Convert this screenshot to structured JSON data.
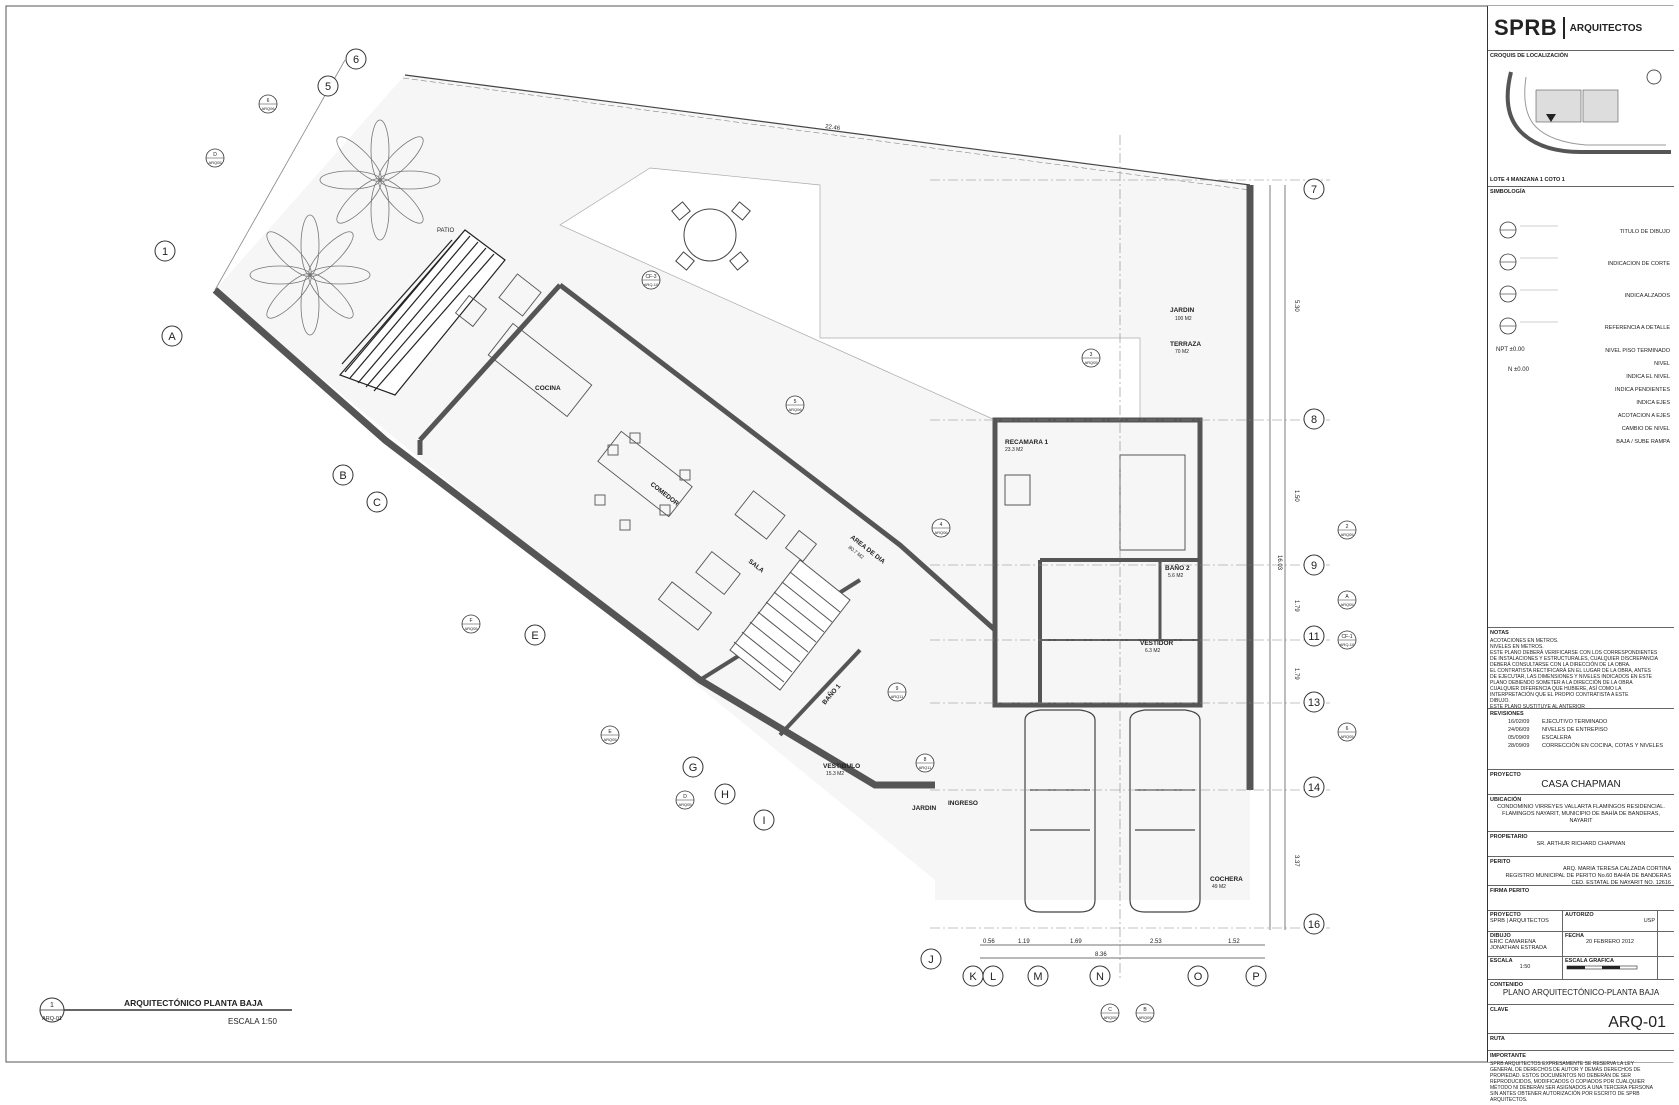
{
  "drawing": {
    "title": "ARQUITECTÓNICO PLANTA BAJA",
    "scale": "ESCALA 1:50",
    "ref_number": "1",
    "ref_sheet": "ARQ-01"
  },
  "axes": {
    "diag": [
      "A",
      "B",
      "C",
      "E",
      "G",
      "H",
      "I",
      "J"
    ],
    "top": [
      "6",
      "5",
      "1"
    ],
    "right": [
      "7",
      "8",
      "9",
      "11",
      "13",
      "14",
      "16"
    ],
    "bottom": [
      "K",
      "L",
      "M",
      "N",
      "O",
      "P"
    ]
  },
  "rooms": {
    "cocina": "COCINA",
    "comedor": "COMEDOR",
    "sala": "SALA",
    "area_dia": "AREA DE DIA",
    "area_dia_m2": "80.7 M2",
    "patio": "PATIO",
    "jardin_top": "JARDIN",
    "jardin_top_m2": "100 M2",
    "terraza": "TERRAZA",
    "terraza_m2": "70 M2",
    "recamara": "RECAMARA 1",
    "recamara_m2": "23.3 M2",
    "bano2": "BAÑO 2",
    "bano2_m2": "5.6 M2",
    "vestidor": "VESTIDOR",
    "vestidor_m2": "6.3 M2",
    "bano1": "BAÑO 1",
    "vestibulo": "VESTIBULO",
    "vestibulo_m2": "15.3 M2",
    "jardin_bottom": "JARDIN",
    "ingreso": "INGRESO",
    "cochera": "COCHERA",
    "cochera_m2": "49 M2"
  },
  "dimensions": {
    "top_edge": "22.46",
    "bottom": [
      "0.56",
      "1.19",
      "1.69",
      "2.53",
      "1.52"
    ],
    "bottom_total": "8.36",
    "right": [
      "5.30",
      "1.50",
      "1.79",
      "1.79",
      "3.37"
    ],
    "right_total": "16.03"
  },
  "section_tags": [
    {
      "num": "6",
      "sheet": "ARQ06"
    },
    {
      "num": "D",
      "sheet": "ARQ05"
    },
    {
      "num": "CF-3",
      "sheet": "ARQ-10"
    },
    {
      "num": "5",
      "sheet": "ARQ06"
    },
    {
      "num": "3",
      "sheet": "ARQ05"
    },
    {
      "num": "4",
      "sheet": "ARQ06"
    },
    {
      "num": "2",
      "sheet": "ARQ05"
    },
    {
      "num": "F",
      "sheet": "ARQ05"
    },
    {
      "num": "E",
      "sheet": "ARQ05"
    },
    {
      "num": "D",
      "sheet": "ARQ05"
    },
    {
      "num": "9",
      "sheet": "ARQ11"
    },
    {
      "num": "8",
      "sheet": "ARQ11"
    },
    {
      "num": "C",
      "sheet": "ARQ05"
    },
    {
      "num": "B",
      "sheet": "ARQ05"
    },
    {
      "num": "A",
      "sheet": "ARQ05"
    },
    {
      "num": "CF-1",
      "sheet": "ARQ-10"
    },
    {
      "num": "6",
      "sheet": "ARQ05"
    }
  ],
  "titleblock": {
    "brand": "SPRB",
    "brand2": "ARQUITECTOS",
    "croquis_label": "CROQUIS DE LOCALIZACIÓN",
    "lote": "LOTE 4 MANZANA 1 COTO 1",
    "simbologia_label": "SIMBOLOGÍA",
    "symbols": [
      "TITULO DE DIBUJO",
      "INDICACION DE CORTE",
      "INDICA ALZADOS",
      "REFERENCIA A DETALLE",
      "NIVEL PISO TERMINADO",
      "NIVEL",
      "INDICA EL NIVEL",
      "INDICA PENDIENTES",
      "INDICA EJES",
      "ACOTACION A EJES",
      "CAMBIO DE NIVEL",
      "BAJA / SUBE RAMPA"
    ],
    "npt": "NPT ±0.00",
    "n": "N ±0.00",
    "notas_label": "NOTAS",
    "notas": [
      "ACOTACIONES EN METROS.",
      "NIVELES EN METROS.",
      "ESTE PLANO DEBERÁ VERIFICARSE CON LOS CORRESPONDIENTES",
      "DE INSTALACIONES Y ESTRUCTURALES, CUALQUIER DISCREPANCIA",
      "DEBERÁ CONSULTARSE CON LA DIRECCIÓN DE LA OBRA.",
      "EL CONTRATISTA RECTIFICARÁ EN EL LUGAR DE LA OBRA, ANTES",
      "DE EJECUTAR, LAS DIMENSIONES Y NIVELES INDICADOS EN ESTE",
      "PLANO DEBIENDO SOMETER A LA DIRECCIÓN DE LA OBRA",
      "CUALQUIER DIFERENCIA QUE HUBIERE, ASÍ COMO LA",
      "INTERPRETACIÓN QUE EL PROPIO CONTRATISTA A ESTE",
      "DIBUJO.",
      "ESTE PLANO SUSTITUYE AL ANTERIOR"
    ],
    "revisiones_label": "REVISIONES",
    "revisiones": [
      {
        "date": "16/02/09",
        "text": "EJECUTIVO TERMINADO"
      },
      {
        "date": "24/06/09",
        "text": "NIVELES DE ENTREPISO"
      },
      {
        "date": "05/09/09",
        "text": "ESCALERA"
      },
      {
        "date": "28/09/09",
        "text": "CORRECCIÓN EN COCINA, COTAS Y NIVELES"
      }
    ],
    "proyecto_label": "PROYECTO",
    "proyecto": "CASA CHAPMAN",
    "ubicacion_label": "UBICACIÓN",
    "ubicacion": [
      "CONDOMINIO VIRREYES VALLARTA FLAMINGOS RESIDENCIAL.",
      "FLAMINGOS NAYARIT, MUNICIPIO DE BAHÍA DE BANDERAS,",
      "NAYARIT"
    ],
    "propietario_label": "PROPIETARIO",
    "propietario": "SR. ARTHUR RICHARD CHAPMAN",
    "perito_label": "PERITO",
    "perito": [
      "ARQ. MARIA TERESA CALZADA CORTINA",
      "REGISTRO MUNICIPAL DE PERITO No.60 BAHÍA DE BANDERAS",
      "CED. ESTATAL DE NAYARIT NO. 12616"
    ],
    "firma_label": "FIRMA PERITO",
    "proyecto2_label": "PROYECTO",
    "proyecto2": "SPRB | ARQUITECTOS",
    "autorizo_label": "AUTORIZO",
    "autorizo": "USP",
    "dibujo_label": "DIBUJO",
    "dibujo": [
      "ERIC CAMARENA",
      "JONATHAN ESTRADA"
    ],
    "fecha_label": "FECHA",
    "fecha": "20 FEBRERO 2012",
    "escala_label": "ESCALA",
    "escala": "1:50",
    "escala_grafica_label": "ESCALA GRAFICA",
    "contenido_label": "CONTENIDO",
    "contenido": "PLANO ARQUITECTÓNICO-PLANTA BAJA",
    "clave_label": "CLAVE",
    "clave": "ARQ-01",
    "ruta_label": "RUTA",
    "importante_label": "IMPORTANTE",
    "importante": [
      "SPRB ARQUITECTOS EXPRESAMENTE SE RESERVA LA LEY",
      "GENERAL DE DERECHOS DE AUTOR Y DEMÁS DERECHOS DE",
      "PROPIEDAD. ESTOS DOCUMENTOS NO DEBERÁN DE SER",
      "REPRODUCIDOS, MODIFICADOS O COPIADOS POR CUALQUIER",
      "MÉTODO NI DEBERÁN SER ASIGNADOS A UNA TERCERA PERSONA",
      "SIN ANTES OBTENER AUTORIZACIÓN POR ESCRITO DE SPRB",
      "ARQUITECTOS."
    ]
  }
}
